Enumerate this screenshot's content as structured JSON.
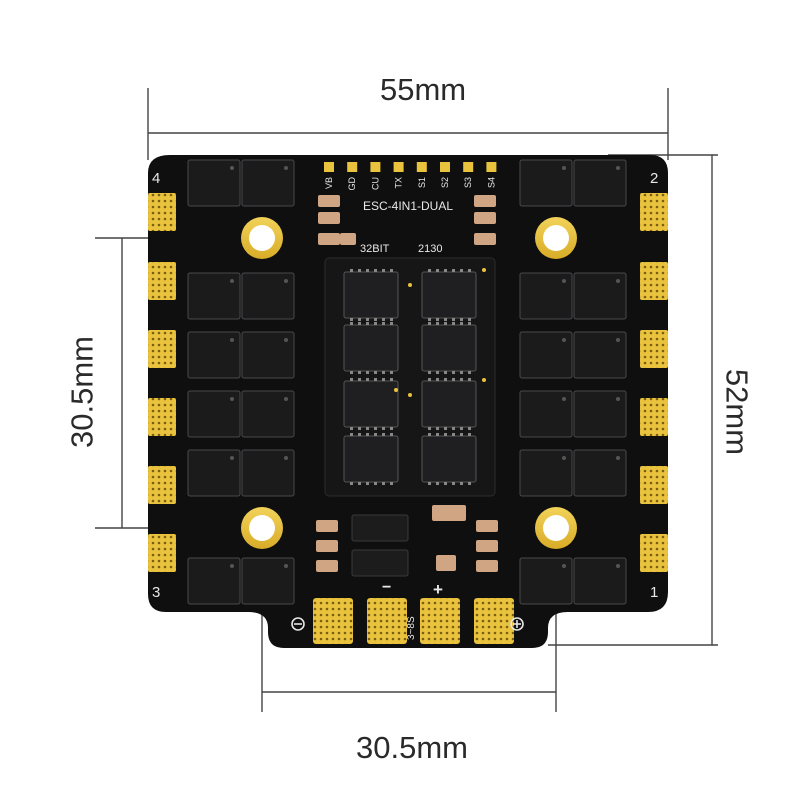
{
  "dimensions": {
    "width": "55mm",
    "height": "52mm",
    "mount_vertical": "30.5mm",
    "mount_horizontal": "30.5mm"
  },
  "board": {
    "model": "ESC-4IN1-DUAL",
    "firmware": "32BIT",
    "version": "2130",
    "voltage_range": "3~8S"
  },
  "pins": [
    "VB",
    "GD",
    "CU",
    "TX",
    "S1",
    "S2",
    "S3",
    "S4"
  ],
  "motor_labels": {
    "top_left": "4",
    "top_right": "2",
    "bottom_left": "3",
    "bottom_right": "1"
  },
  "power_pads": {
    "negative": "−",
    "positive": "+"
  },
  "colors": {
    "board": "#0f0f10",
    "gold": "#e9c33d",
    "mosfet": "#1b1b1c",
    "text": "#2a2a2a"
  }
}
